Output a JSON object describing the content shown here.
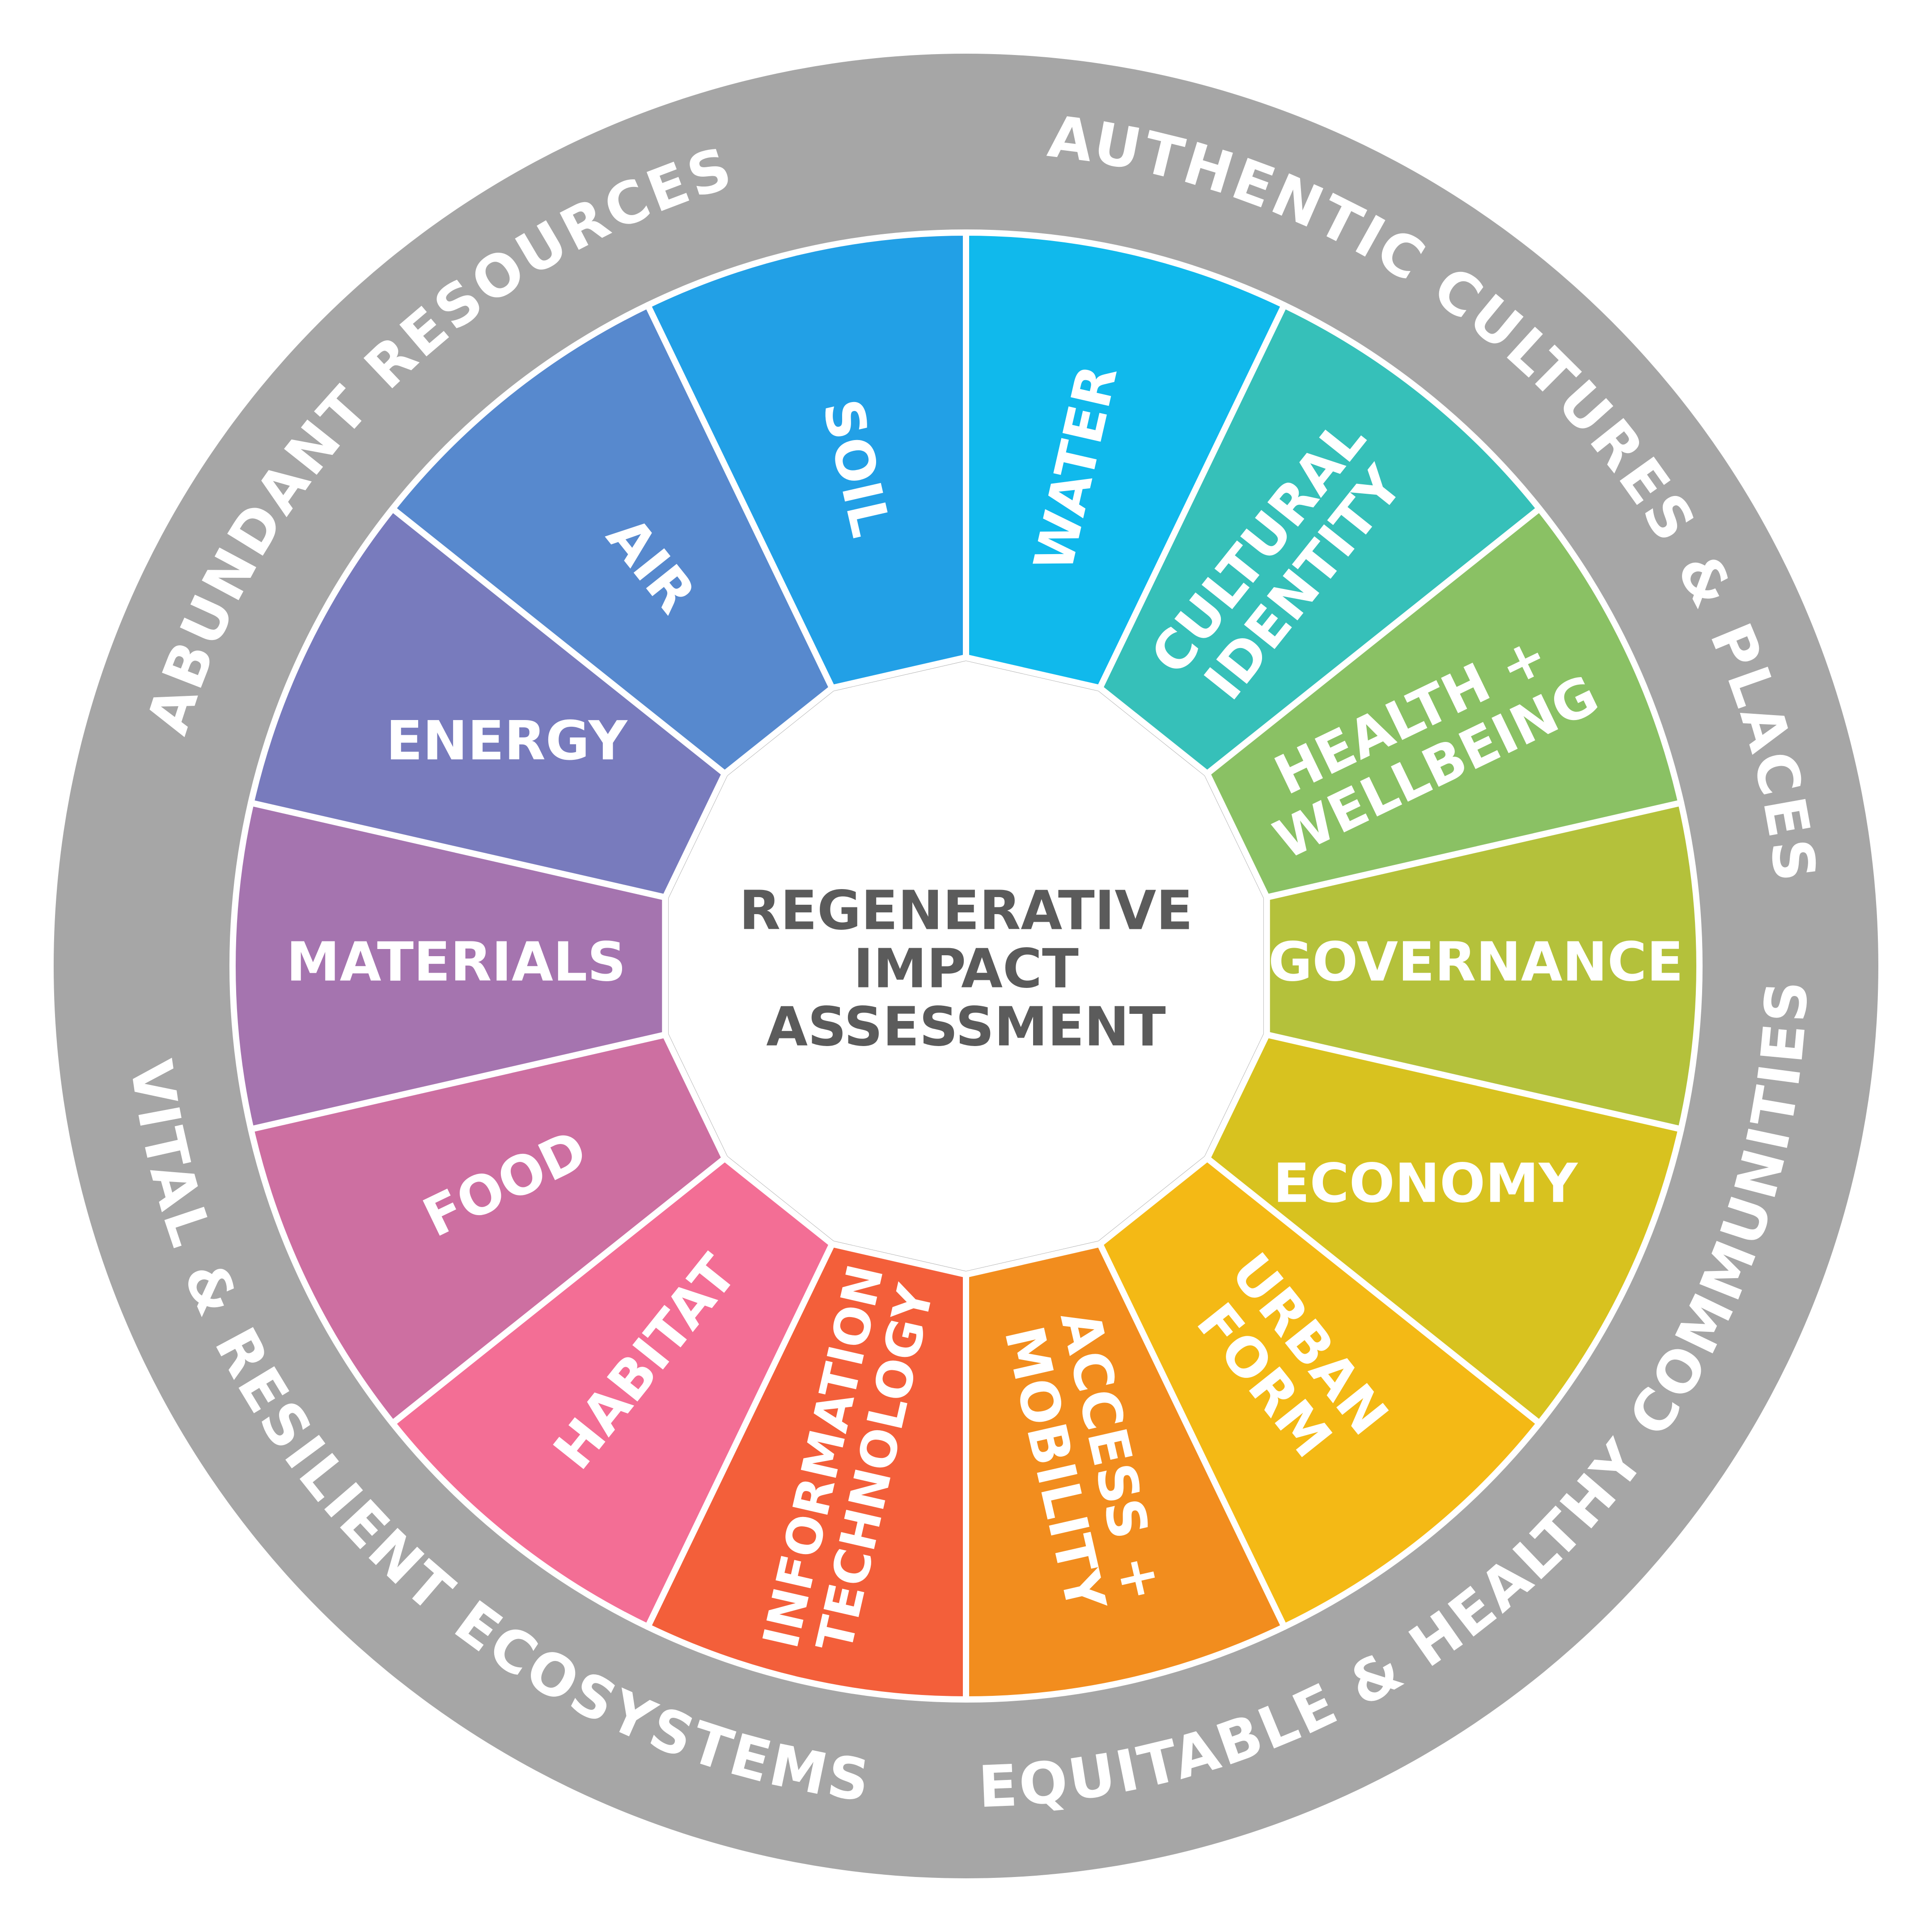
{
  "center": {
    "lines": [
      "REGENERATIVE",
      "IMPACT",
      "ASSESSMENT"
    ],
    "color": "#5b5b5b"
  },
  "ring": {
    "color": "#a6a6a6",
    "labels": [
      "ABUNDANT RESOURCES",
      "AUTHENTIC CULTURES & PLACES",
      "EQUITABLE & HEALTHY COMMUNITIES",
      "VITAL & RESILIENT ECOSYSTEMS"
    ]
  },
  "segments": [
    {
      "name": "water",
      "lines": [
        "WATER"
      ],
      "color": "#10b9ec"
    },
    {
      "name": "cultural-identity",
      "lines": [
        "CULTURAL",
        "IDENTITY"
      ],
      "color": "#36c0b9"
    },
    {
      "name": "health-wellbeing",
      "lines": [
        "HEALTH +",
        "WELLBEING"
      ],
      "color": "#8ac164"
    },
    {
      "name": "governance",
      "lines": [
        "GOVERNANCE"
      ],
      "color": "#b4c13b"
    },
    {
      "name": "economy",
      "lines": [
        "ECONOMY"
      ],
      "color": "#d8c21f"
    },
    {
      "name": "urban-form",
      "lines": [
        "URBAN",
        "FORM"
      ],
      "color": "#f4b915"
    },
    {
      "name": "access-mobility",
      "lines": [
        "ACCESS +",
        "MOBILITY"
      ],
      "color": "#f28d1e"
    },
    {
      "name": "information-technology",
      "lines": [
        "INFORMATION",
        "TECHNOLOGY"
      ],
      "color": "#f35f3a"
    },
    {
      "name": "habitat",
      "lines": [
        "HABITAT"
      ],
      "color": "#f36e95"
    },
    {
      "name": "food",
      "lines": [
        "FOOD"
      ],
      "color": "#cd6fa1"
    },
    {
      "name": "materials",
      "lines": [
        "MATERIALS"
      ],
      "color": "#a574af"
    },
    {
      "name": "energy",
      "lines": [
        "ENERGY"
      ],
      "color": "#787bbd"
    },
    {
      "name": "air",
      "lines": [
        "AIR"
      ],
      "color": "#5789ce"
    },
    {
      "name": "soil",
      "lines": [
        "SOIL"
      ],
      "color": "#22a0e6"
    }
  ]
}
